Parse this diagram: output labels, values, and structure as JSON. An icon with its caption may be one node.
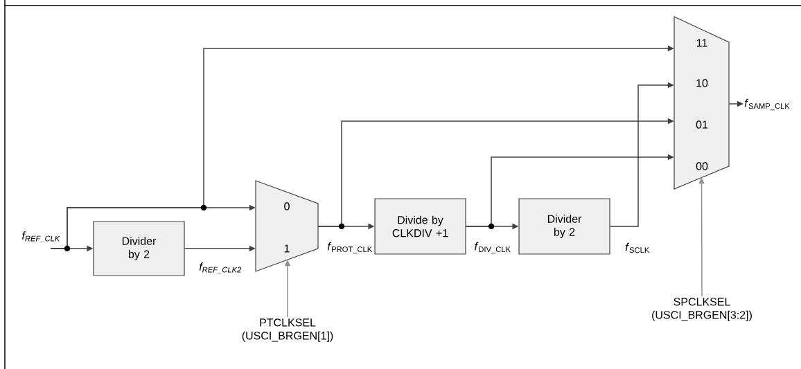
{
  "diagram": {
    "nodes": [
      {
        "text": [
          "f$_{REF_CLK}$"
        ]
      },
      {
        "text": [
          "Divider by 2"
        ]
      },
      {
        "text": [
          "0",
          "1"
        ]
      },
      {
        "text": [
          "Divide by CLKDIV +1"
        ]
      },
      {
        "text": [
          "Divider by 2"
        ]
      },
      {
        "text": [
          "11",
          "10",
          "01",
          "00"
        ]
      },
      {
        "text": [
          "*f*$_{SAMP_CLK}$"
        ]
      },
      {
        "text": [
          "PTCLKSEL (USCI_BRGEN[1])"
        ]
      },
      {
        "text": [
          "SPCLKSEL (USCI_BRGEN[3:2])"
        ]
      }
    ],
    "edges": [
      {
        "from": 0,
        "to": 1,
        "arrow": "to"
      },
      {
        "from": 0,
        "to": 2,
        "arrow": "to"
      },
      {
        "from": 0,
        "to": 5,
        "arrow": "to"
      },
      {
        "from": 1,
        "to": 2,
        "arrow": "to",
        "label": "f$_{REF_CLK2}$"
      },
      {
        "from": 2,
        "to": 3,
        "arrow": "to",
        "label": "*f*$_{PROT_CLK}$"
      },
      {
        "from": 2,
        "to": 5,
        "arrow": "to"
      },
      {
        "from": 3,
        "to": 4,
        "arrow": "to",
        "label": "*f*$_{DIV_CLK}$"
      },
      {
        "from": 3,
        "to": 5,
        "arrow": "to"
      },
      {
        "from": 4,
        "to": 5,
        "arrow": "to",
        "label": "*f*$_{SCLK}$"
      },
      {
        "from": 5,
        "to": 6,
        "arrow": "to"
      },
      {
        "from": 7,
        "to": 2,
        "arrow": "to",
        "color": "#909090"
      },
      {
        "from": 8,
        "to": 5,
        "arrow": "to",
        "color": "#909090"
      }
    ]
  }
}
